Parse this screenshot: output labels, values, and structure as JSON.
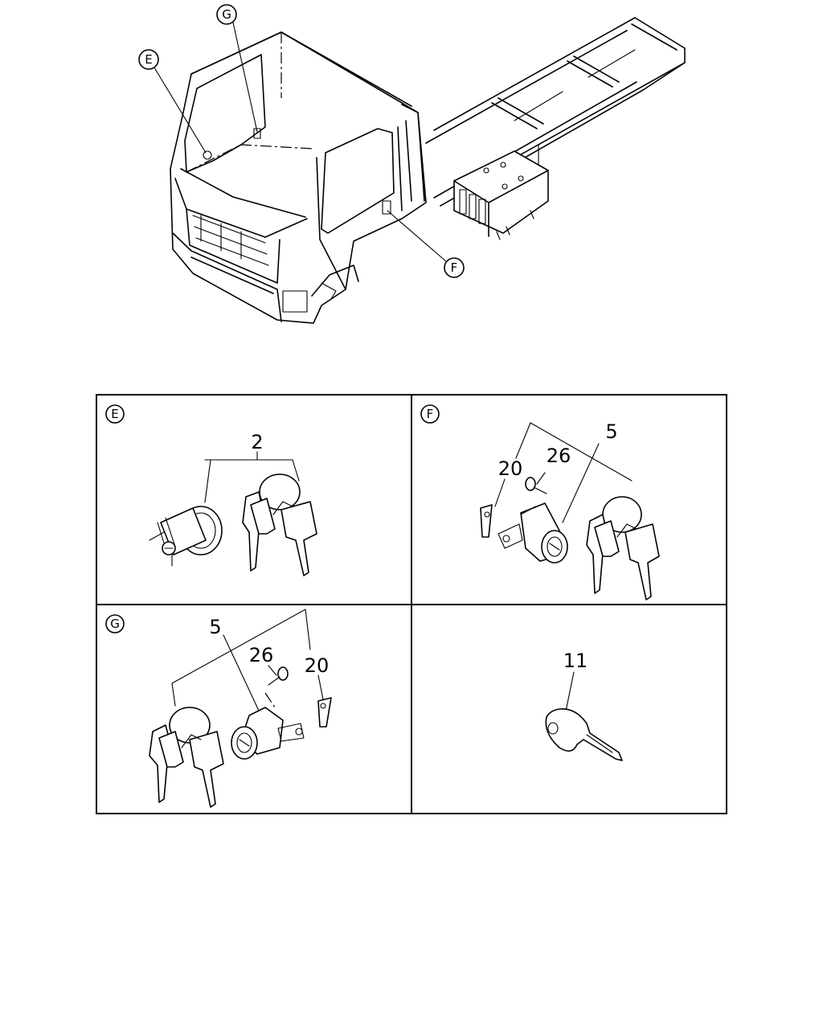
{
  "overview": {
    "callouts": [
      "G",
      "E",
      "F"
    ]
  },
  "panels": [
    {
      "id": "E",
      "label": "E",
      "parts": [
        "2"
      ]
    },
    {
      "id": "F",
      "label": "F",
      "parts": [
        "5",
        "20",
        "26"
      ]
    },
    {
      "id": "G",
      "label": "G",
      "parts": [
        "5",
        "26",
        "20"
      ]
    },
    {
      "id": "key",
      "label": "",
      "parts": [
        "11"
      ]
    }
  ]
}
